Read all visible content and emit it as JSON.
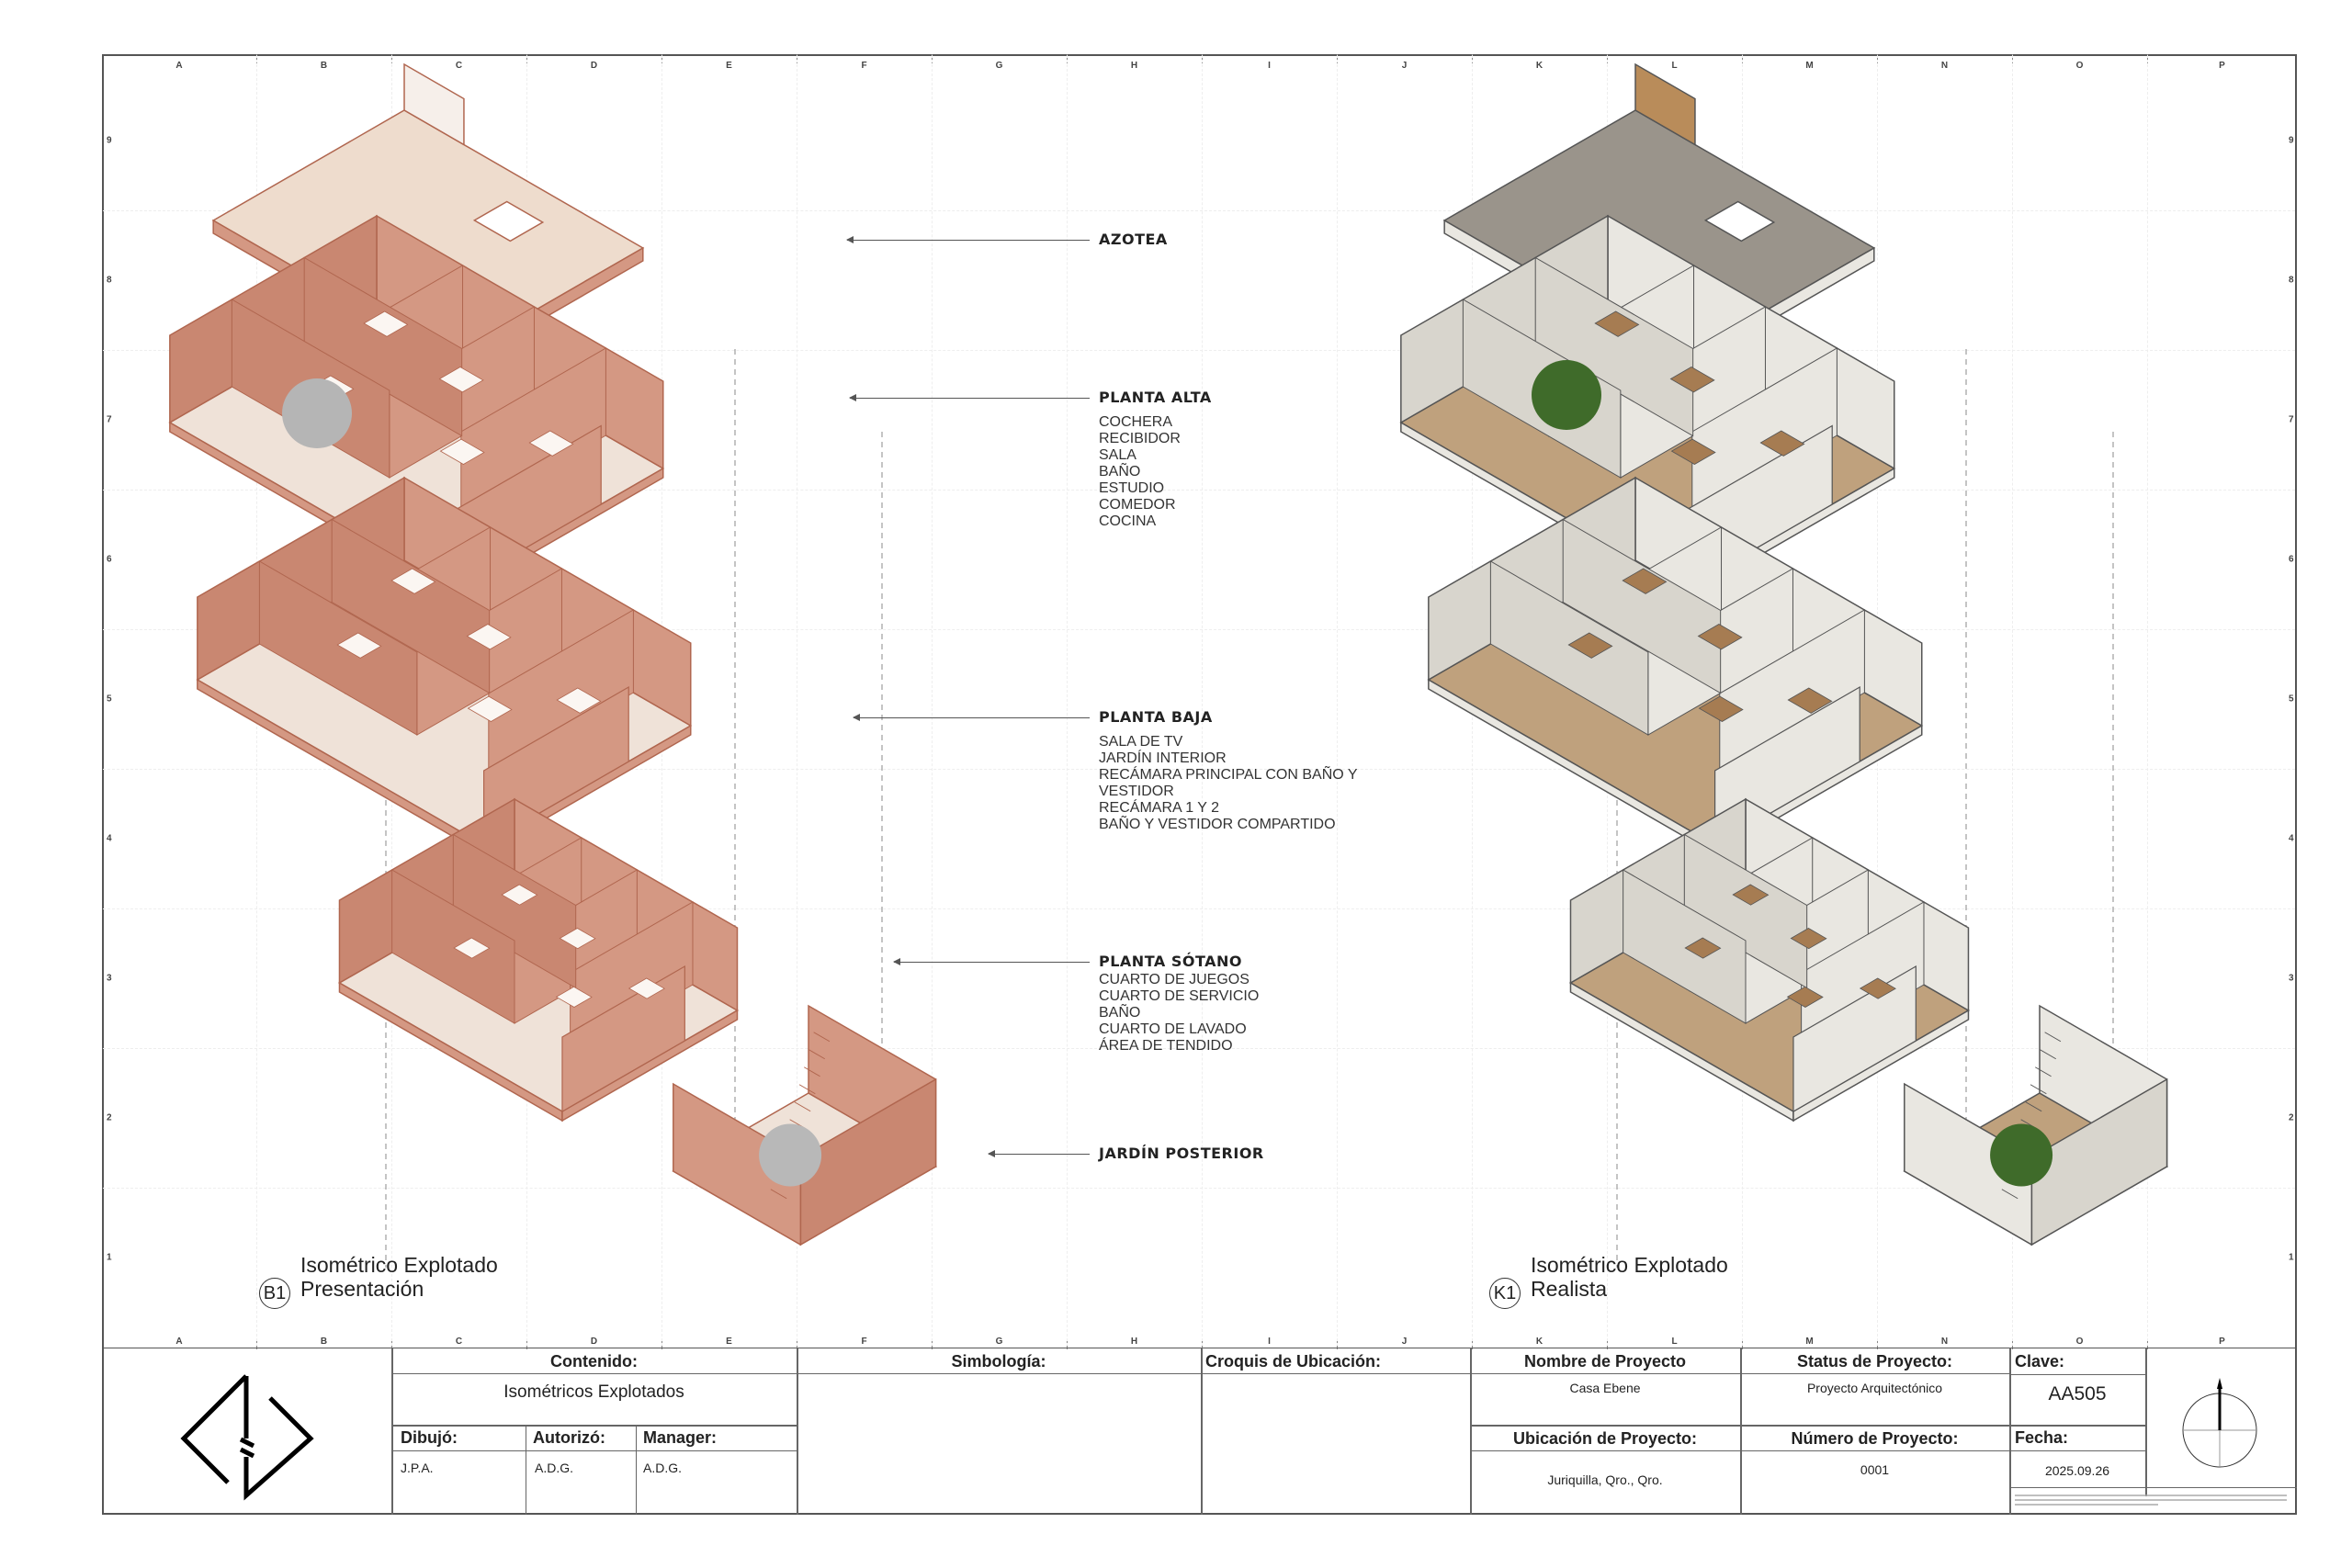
{
  "grid": {
    "columns": [
      "A",
      "B",
      "C",
      "D",
      "E",
      "F",
      "G",
      "H",
      "I",
      "J",
      "K",
      "L",
      "M",
      "N",
      "O",
      "P"
    ],
    "rows": [
      "9",
      "8",
      "7",
      "6",
      "5",
      "4",
      "3",
      "2",
      "1"
    ]
  },
  "levels": [
    {
      "title": "AZOTEA",
      "items": []
    },
    {
      "title": "PLANTA ALTA",
      "items": [
        "COCHERA",
        "RECIBIDOR",
        "SALA",
        "BAÑO",
        "ESTUDIO",
        "COMEDOR",
        "COCINA"
      ]
    },
    {
      "title": "PLANTA BAJA",
      "items": [
        "SALA DE TV",
        "JARDÍN INTERIOR",
        "RECÁMARA PRINCIPAL CON BAÑO Y",
        "VESTIDOR",
        "RECÁMARA 1 Y 2",
        "BAÑO Y VESTIDOR COMPARTIDO"
      ]
    },
    {
      "title": "PLANTA SÓTANO",
      "items": [
        "CUARTO DE JUEGOS",
        "CUARTO DE SERVICIO",
        "BAÑO",
        "CUARTO DE LAVADO",
        "ÁREA DE TENDIDO"
      ]
    },
    {
      "title": "JARDÍN POSTERIOR",
      "items": []
    }
  ],
  "views": [
    {
      "badge": "B1",
      "line1": "Isométrico Explotado",
      "line2": "Presentación"
    },
    {
      "badge": "K1",
      "line1": "Isométrico Explotado",
      "line2": "Realista"
    }
  ],
  "title_block": {
    "contenido_label": "Contenido:",
    "contenido_value": "Isométricos Explotados",
    "dibujo_label": "Dibujó:",
    "dibujo_value": "J.P.A.",
    "autorizo_label": "Autorizó:",
    "autorizo_value": "A.D.G.",
    "manager_label": "Manager:",
    "manager_value": "A.D.G.",
    "simbologia_label": "Simbología:",
    "croquis_label": "Croquis de Ubicación:",
    "nombre_label": "Nombre de Proyecto",
    "nombre_value": "Casa Ebene",
    "ubicacion_label": "Ubicación de Proyecto:",
    "ubicacion_value": "Juriquilla, Qro., Qro.",
    "status_label": "Status de Proyecto:",
    "status_value": "Proyecto Arquitectónico",
    "numero_label": "Número de Proyecto:",
    "numero_value": "0001",
    "clave_label": "Clave:",
    "clave_value": "AA505",
    "fecha_label": "Fecha:",
    "fecha_value": "2025.09.26"
  },
  "colors": {
    "presentation_wall": "#d49883",
    "presentation_floor": "#efe2d8",
    "presentation_line": "#b0664f",
    "realistic_wall": "#e9e7e1",
    "realistic_floor": "#bfa17d",
    "realistic_dark": "#4a4a48",
    "realistic_roof": "#9a948b"
  }
}
